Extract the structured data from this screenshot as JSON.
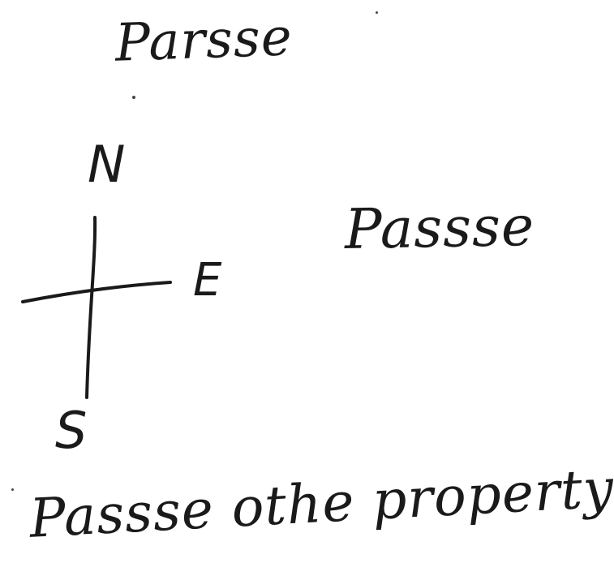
{
  "note": {
    "top_word": "Parsse",
    "right_word": "Passse",
    "bottom_text": "Passse othe property"
  },
  "compass": {
    "north": "N",
    "east": "E",
    "south": "S"
  },
  "ink_color": "#1a1a1a",
  "paper_color": "#ffffff"
}
